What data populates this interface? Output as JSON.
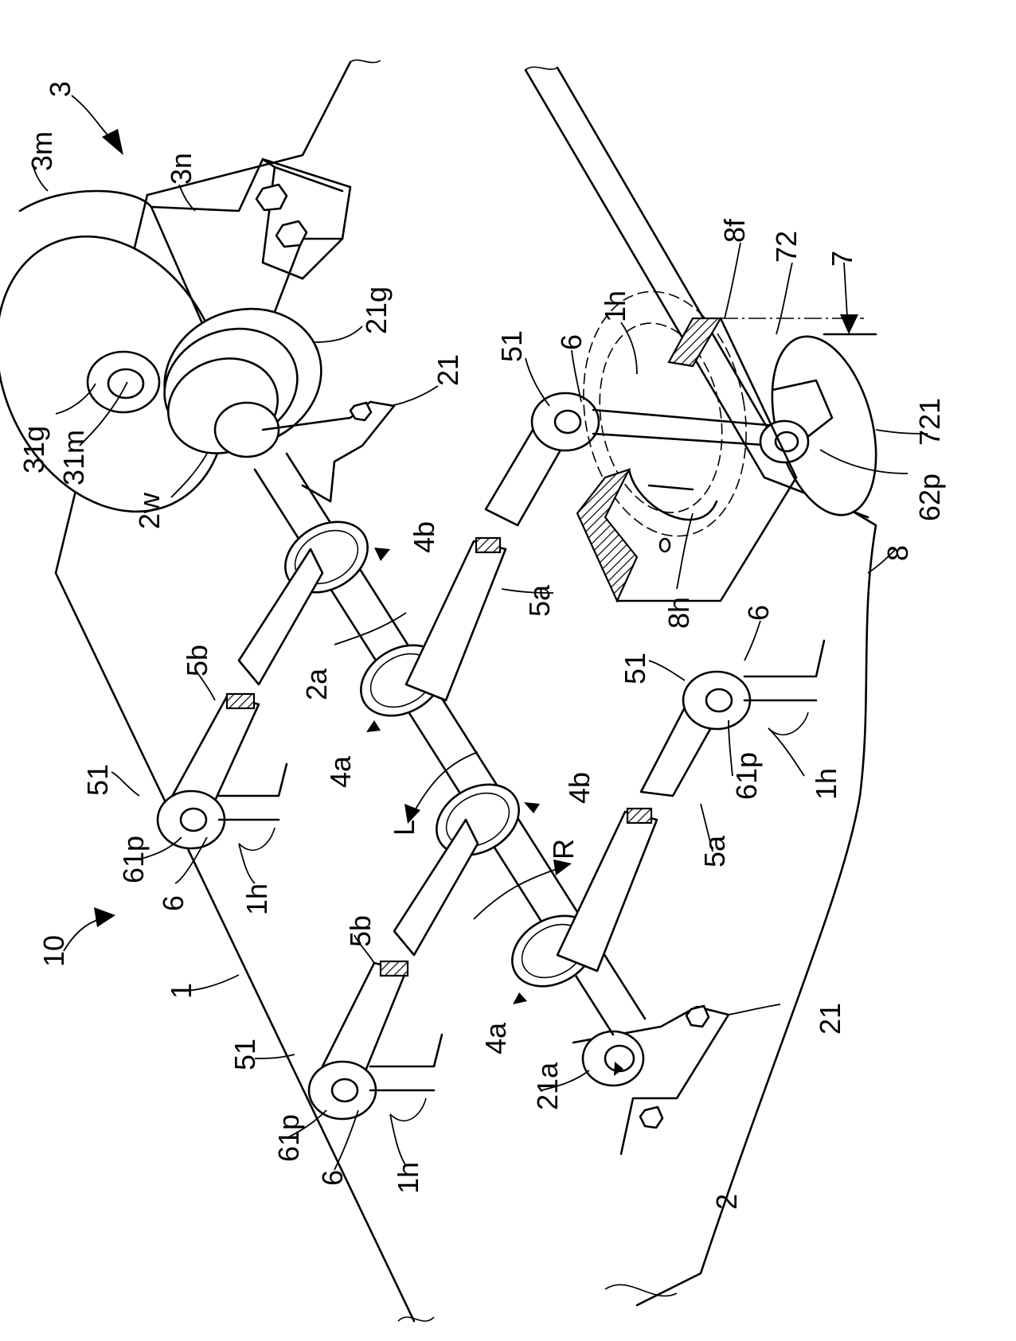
{
  "labels": {
    "ref_10": "10",
    "ref_1": "1",
    "ref_2": "2",
    "ref_3": "3",
    "ref_3m": "3m",
    "ref_3n": "3n",
    "ref_31g": "31g",
    "ref_31m": "31m",
    "ref_2w": "2w",
    "ref_21g": "21g",
    "ref_21_top": "21",
    "ref_21_bottom": "21",
    "ref_21a": "21a",
    "ref_4b_upper": "4b",
    "ref_4b_lower": "4b",
    "ref_4a_upper": "4a",
    "ref_4a_lower": "4a",
    "ref_2a": "2a",
    "ref_5a_upper": "5a",
    "ref_5a_lower": "5a",
    "ref_5b_upper": "5b",
    "ref_5b_lower": "5b",
    "ref_51_a": "51",
    "ref_51_b": "51",
    "ref_51_c": "51",
    "ref_51_d": "51",
    "ref_6_a": "6",
    "ref_6_b": "6",
    "ref_6_c": "6",
    "ref_6_d": "6",
    "ref_61p_a": "61p",
    "ref_61p_b": "61p",
    "ref_61p_c": "61p",
    "ref_62p": "62p",
    "ref_1h_a": "1h",
    "ref_1h_b": "1h",
    "ref_1h_c": "1h",
    "ref_1h_d": "1h",
    "ref_7": "7",
    "ref_72": "72",
    "ref_721": "721",
    "ref_8": "8",
    "ref_8f": "8f",
    "ref_8h": "8h",
    "dir_L": "L",
    "dir_R": "R"
  }
}
